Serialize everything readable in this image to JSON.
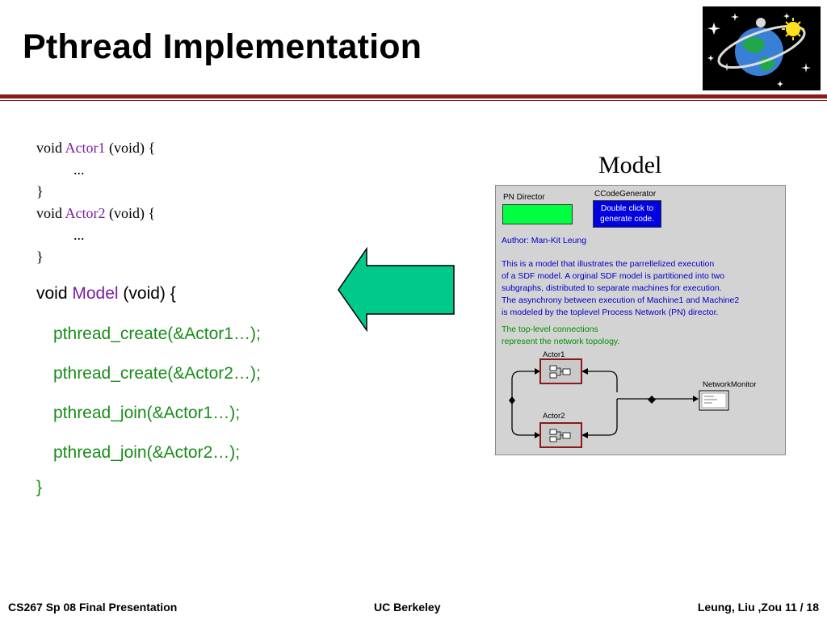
{
  "slide": {
    "title": "Pthread Implementation",
    "logo_icon": "planet-logo-icon"
  },
  "code_small": {
    "line1": {
      "prefix": "void ",
      "name": "Actor1",
      "suffix": " (void) {"
    },
    "line2": "...",
    "line3": "}",
    "line4": {
      "prefix": "void ",
      "name": "Actor2",
      "suffix": " (void) {"
    },
    "line5": "...",
    "line6": "}"
  },
  "code_model": {
    "header": {
      "prefix": "void ",
      "name": "Model",
      "suffix": " (void) {"
    },
    "calls": [
      "pthread_create(&Actor1…);",
      "pthread_create(&Actor2…);",
      "pthread_join(&Actor1…);",
      "pthread_join(&Actor2…);"
    ],
    "close": "}"
  },
  "colors": {
    "function_name": "#7A1FA2",
    "call_text": "#1A8C1A",
    "title_rule": "#8B1A1A",
    "arrow_fill": "#00C98A"
  },
  "model_panel": {
    "label": "Model",
    "pn_director": "PN Director",
    "codegen_title": "CCodeGenerator",
    "codegen_button_line1": "Double click to",
    "codegen_button_line2": "generate code.",
    "author": "Author: Man-Kit Leung",
    "description": [
      "This is a model that illustrates the parrellelized execution",
      "of a SDF model. A orginal SDF model is partitioned into two",
      "subgraphs, distributed to separate machines for execution.",
      "The asynchrony between execution of Machine1 and Machine2",
      "is modeled by the toplevel Process Network (PN) director."
    ],
    "note": [
      "The top-level connections",
      "represent the network topology."
    ],
    "actor1": "Actor1",
    "actor2": "Actor2",
    "monitor": "NetworkMonitor"
  },
  "footer": {
    "left": "CS267 Sp 08 Final Presentation",
    "center": "UC Berkeley",
    "right": "Leung, Liu ,Zou 11 / 18"
  }
}
